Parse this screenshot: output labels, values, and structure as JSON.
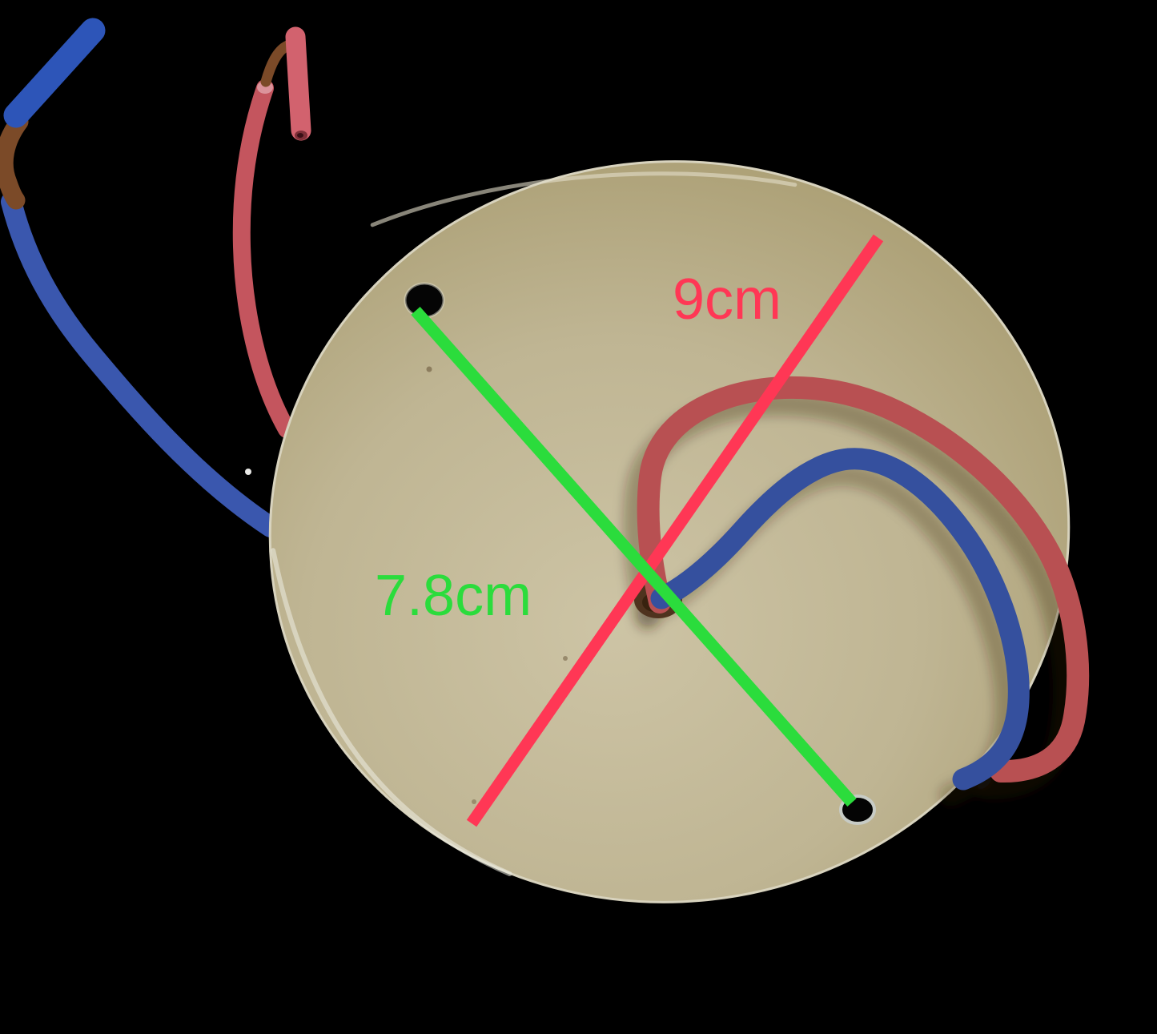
{
  "measurements": [
    {
      "id": "disc-diameter",
      "label": "9cm",
      "value": 9,
      "unit": "cm",
      "color": "#FF3755"
    },
    {
      "id": "hole-spacing",
      "label": "7.8cm",
      "value": 7.8,
      "unit": "cm",
      "color": "#2BDC3C"
    }
  ],
  "colors": {
    "background": "#000000",
    "annotation-red": "#FF3755",
    "annotation-green": "#2BDC3C",
    "disc-light": "#CDC4A5",
    "disc-mid": "#BFB593",
    "disc-dark": "#A39668",
    "disc-rim": "#D8D3BE",
    "wire-red": "#B85052",
    "wire-blue": "#35509E",
    "wire-red-left": "#C4555E",
    "wire-blue-left": "#3A57AE",
    "wire-blue-cap": "#2D55B8",
    "wire-sleeve-red": "#D2626E",
    "copper": "#7B4A28",
    "hole-rim": "#C7CBC5"
  }
}
